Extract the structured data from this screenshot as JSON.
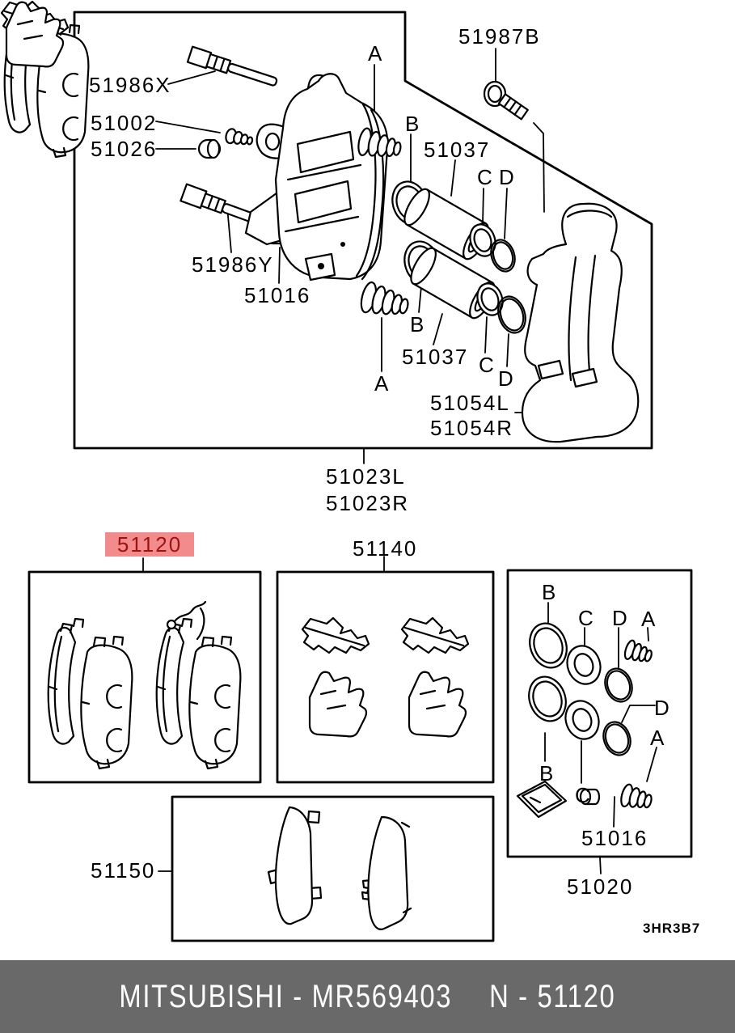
{
  "colors": {
    "highlight_bg": "#f28c8c",
    "highlight_text": "#9e1212",
    "footer_bg": "#696969",
    "footer_text": "#ffffff",
    "line": "#000000",
    "background": "#ffffff"
  },
  "callouts": {
    "a": "A",
    "b": "B",
    "c": "C",
    "d": "D"
  },
  "assembly": {
    "guide_pin_upper": "51986X",
    "bleeder_screw": "51002",
    "bleeder_cap": "51026",
    "guide_pin_lower": "51986Y",
    "cap": "51016",
    "banjo_bolt": "51987B",
    "piston": "51037",
    "carrier_left": "51054L",
    "carrier_right": "51054R",
    "caliper_left": "51023L",
    "caliper_right": "51023R"
  },
  "kits": {
    "pad_kit": {
      "label": "51120",
      "highlighted": true
    },
    "hardware_kit": {
      "label": "51140"
    },
    "shim_kit": {
      "label": "51150"
    },
    "seal_kit": {
      "label": "51020",
      "cap": "51016"
    }
  },
  "plate_code": "3HR3B7",
  "footer": {
    "brand": "MITSUBISHI - MR569403",
    "reference": "N - 51120"
  }
}
